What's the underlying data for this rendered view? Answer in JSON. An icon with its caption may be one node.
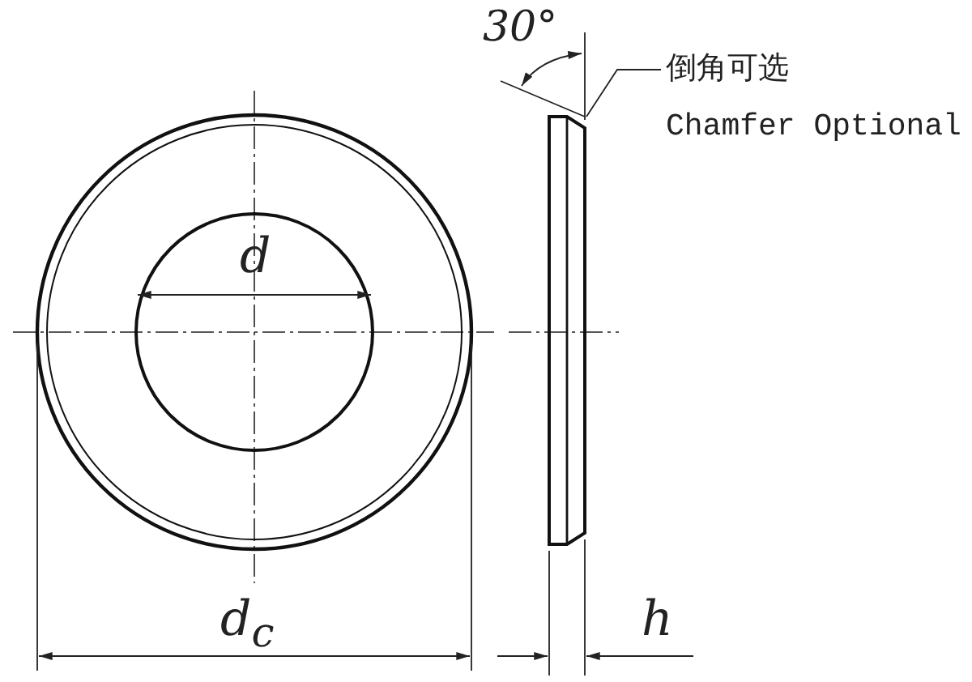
{
  "diagram": {
    "nodes": [
      {
        "text": [
          "倒角可选",
          "Chamfer Optional"
        ]
      },
      {
        "text": [],
        "shape": "picture"
      }
    ],
    "edges": [
      {
        "from": 0,
        "to": 1,
        "arrow": "none"
      }
    ],
    "labels": [
      "30°",
      "d",
      "d$_{c}$",
      "h"
    ]
  }
}
